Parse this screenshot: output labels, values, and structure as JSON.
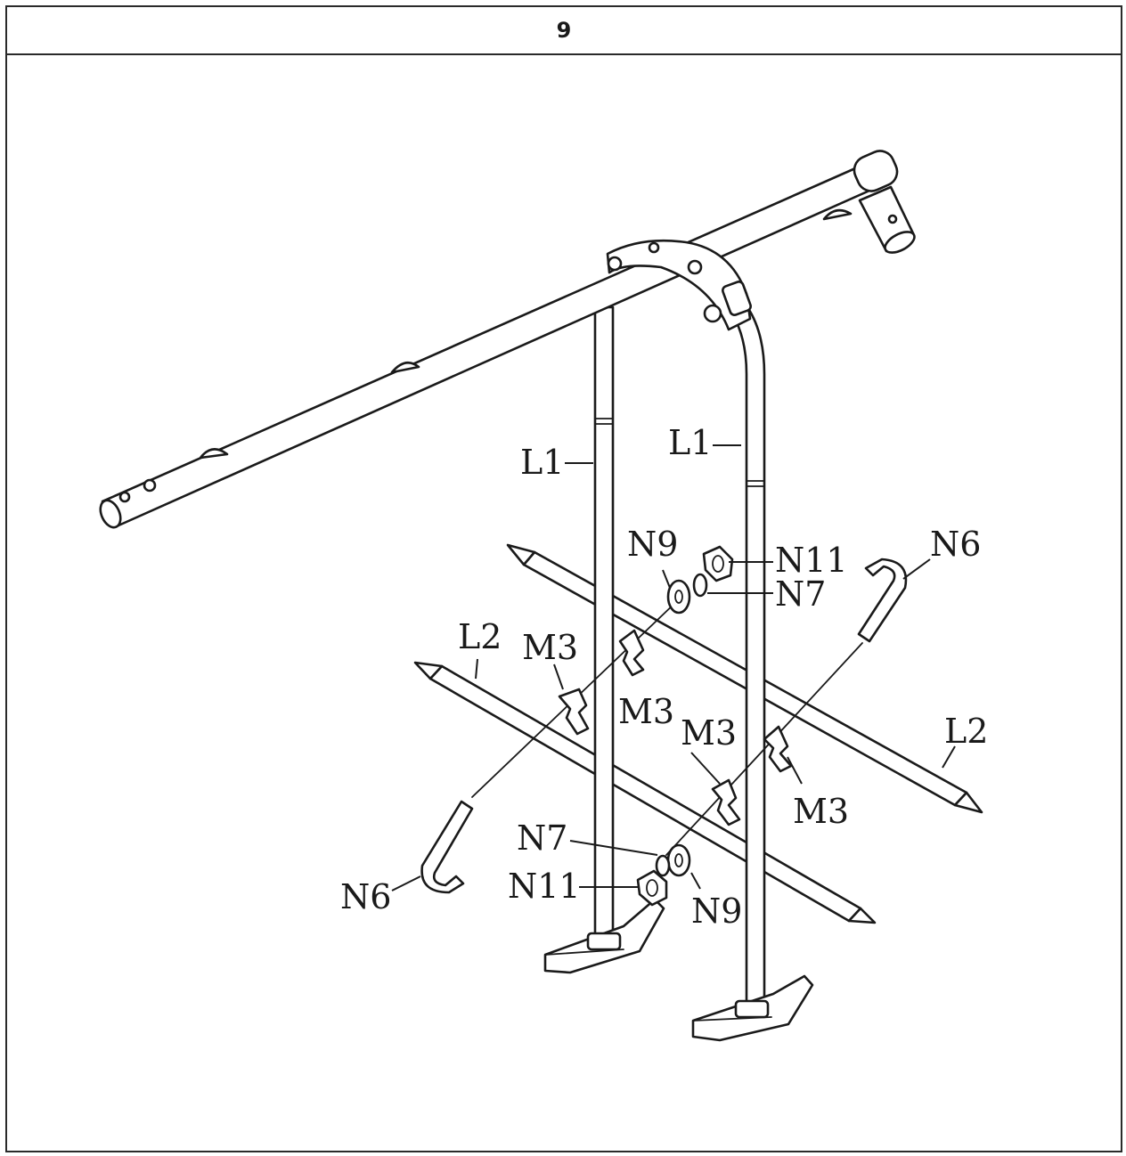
{
  "step": {
    "number": "9"
  },
  "labels": {
    "L1": "L1",
    "L2": "L2",
    "M3": "M3",
    "N6": "N6",
    "N7": "N7",
    "N9": "N9",
    "N11": "N11"
  }
}
